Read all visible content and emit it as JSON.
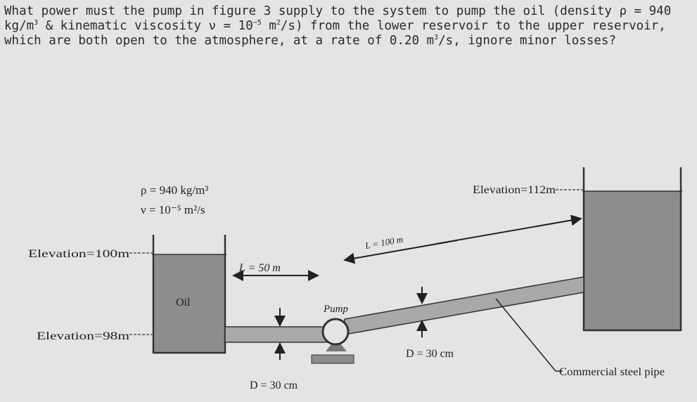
{
  "question": {
    "p1": "What power must the pump in figure 3 supply to the system to pump the oil (density ρ = 940 kg/m",
    "p2": " & kinematic viscosity ν = 10",
    "p3": " m",
    "p4": "/s) from the lower reservoir to the upper reservoir, which are both open to the atmosphere, at a rate of 0.20 m",
    "p5": "/s, ignore minor losses?",
    "exp3": "3",
    "expm5": "−5",
    "exp2": "2"
  },
  "figure": {
    "density": "ρ = 940 kg/m³",
    "viscosity": "ν = 10⁻⁵ m²/s",
    "elev_upper_res": "Elevation=112m",
    "elev_lower_surface": "Elevation=100m",
    "elev_lower_pipe": "Elevation=98m",
    "oil": "Oil",
    "length_short": "L = 50 m",
    "length_long": "L = 100 m",
    "pump": "Pump",
    "diameter_left": "D = 30 cm",
    "diameter_right": "D = 30 cm",
    "pipe_material": "Commercial steel pipe"
  },
  "colors": {
    "background": "#e4e4e4",
    "fluid": "#8d8d8d",
    "outline": "#333333",
    "pipe": "#a9a9a9"
  }
}
